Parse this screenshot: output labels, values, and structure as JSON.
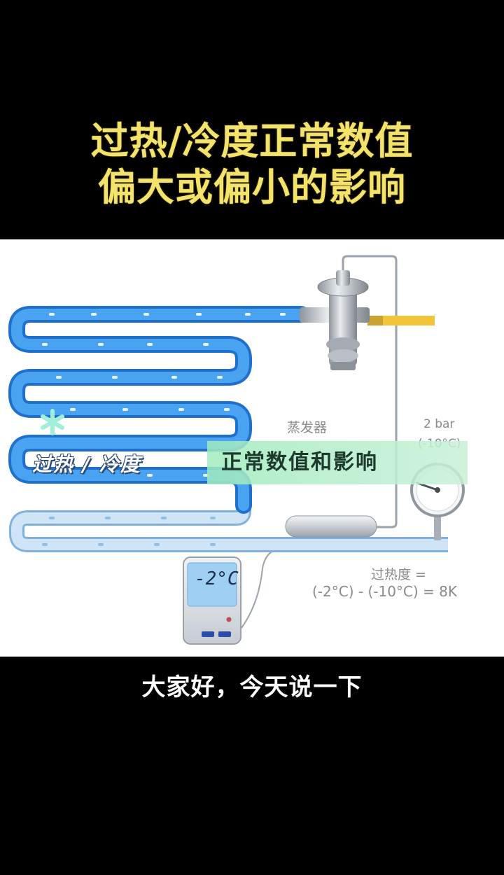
{
  "title": {
    "line1": "过热/冷度正常数值",
    "line2": "偏大或偏小的影响"
  },
  "diagram": {
    "evaporator_label": "蒸发器",
    "pressure_reading": "2 bar",
    "pressure_temp": "(-10°C)",
    "superheat_label": "过热度 =",
    "superheat_formula": "(-2°C) - (-10°C) = 8K",
    "thermometer_reading": "-2°C",
    "tag_superheat_subcool": "过热 / 冷度",
    "tag_normal_values": "正常数值和影响"
  },
  "subtitle": "大家好，今天说一下",
  "colors": {
    "title_yellow": "#f4e36b",
    "pipe_blue": "#3d8fe0",
    "pipe_light": "#bcd9f2",
    "liquid_line_yellow": "#f2c43a"
  }
}
